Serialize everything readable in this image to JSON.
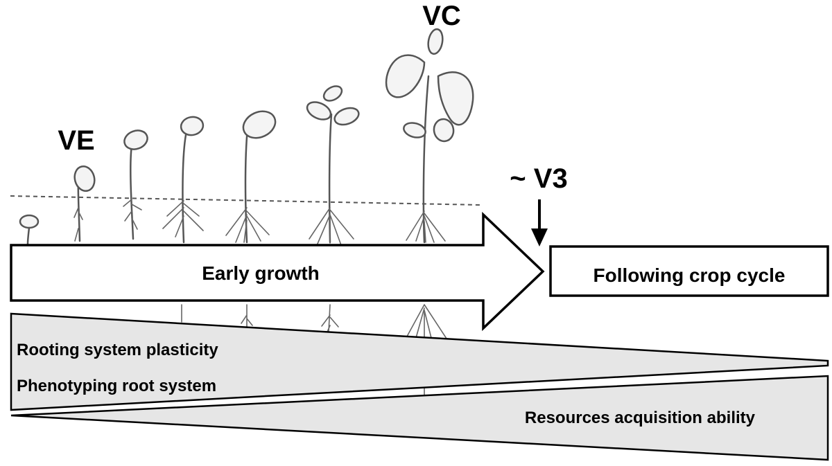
{
  "stages": {
    "ve": "VE",
    "vc": "VC",
    "v3": "~ V3"
  },
  "arrow_label": "Early growth",
  "box_label": "Following crop cycle",
  "wedges": {
    "top_line1": "Rooting system plasticity",
    "top_line2": "Phenotyping root system",
    "bottom": "Resources acquisition ability"
  },
  "colors": {
    "wedge_fill": "#e6e6e6",
    "outline": "#000000",
    "plant_stroke": "#555555"
  },
  "icons": [
    "soybean-seedling-illustration",
    "down-arrow-icon"
  ]
}
